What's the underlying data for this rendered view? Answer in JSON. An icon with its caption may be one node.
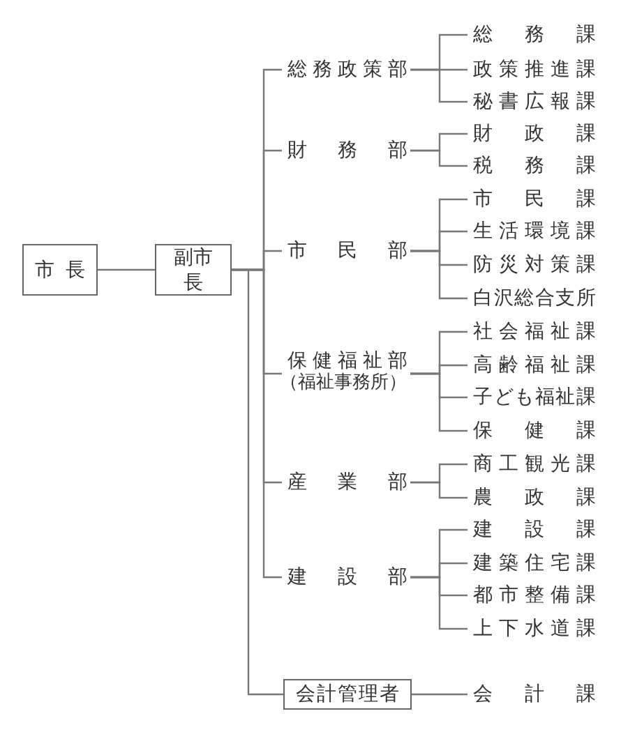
{
  "diagram": {
    "nodes": [
      {
        "text": [
          "市長"
        ]
      },
      {
        "text": [
          "副市長"
        ]
      },
      {
        "text": [
          "総務政策部"
        ]
      },
      {
        "text": [
          "総務課"
        ]
      },
      {
        "text": [
          "政策推進課"
        ]
      },
      {
        "text": [
          "秘書広報課"
        ]
      },
      {
        "text": [
          "財務部"
        ]
      },
      {
        "text": [
          "財政課"
        ]
      },
      {
        "text": [
          "税務課"
        ]
      },
      {
        "text": [
          "市民部"
        ]
      },
      {
        "text": [
          "市民課"
        ]
      },
      {
        "text": [
          "生活環境課"
        ]
      },
      {
        "text": [
          "防災対策課"
        ]
      },
      {
        "text": [
          "白沢総合支所"
        ]
      },
      {
        "text": [
          "保健福祉部",
          "（福祉事務所）"
        ]
      },
      {
        "text": [
          "社会福祉課"
        ]
      },
      {
        "text": [
          "高齢福祉課"
        ]
      },
      {
        "text": [
          "子ども福祉課"
        ]
      },
      {
        "text": [
          "保健課"
        ]
      },
      {
        "text": [
          "産業部"
        ]
      },
      {
        "text": [
          "商工観光課"
        ]
      },
      {
        "text": [
          "農政課"
        ]
      },
      {
        "text": [
          "建設部"
        ]
      },
      {
        "text": [
          "建設課"
        ]
      },
      {
        "text": [
          "建築住宅課"
        ]
      },
      {
        "text": [
          "都市整備課"
        ]
      },
      {
        "text": [
          "上下水道課"
        ]
      },
      {
        "text": [
          "会計管理者"
        ]
      },
      {
        "text": [
          "会計課"
        ]
      }
    ],
    "edges": [
      {
        "from": 0,
        "to": 1,
        "arrow": "none"
      },
      {
        "from": 1,
        "to": 2,
        "arrow": "none"
      },
      {
        "from": 1,
        "to": 6,
        "arrow": "none"
      },
      {
        "from": 1,
        "to": 9,
        "arrow": "none"
      },
      {
        "from": 1,
        "to": 14,
        "arrow": "none"
      },
      {
        "from": 1,
        "to": 19,
        "arrow": "none"
      },
      {
        "from": 1,
        "to": 22,
        "arrow": "none"
      },
      {
        "from": 1,
        "to": 27,
        "arrow": "none"
      },
      {
        "from": 2,
        "to": 3,
        "arrow": "none"
      },
      {
        "from": 2,
        "to": 4,
        "arrow": "none"
      },
      {
        "from": 2,
        "to": 5,
        "arrow": "none"
      },
      {
        "from": 6,
        "to": 7,
        "arrow": "none"
      },
      {
        "from": 6,
        "to": 8,
        "arrow": "none"
      },
      {
        "from": 9,
        "to": 10,
        "arrow": "none"
      },
      {
        "from": 9,
        "to": 11,
        "arrow": "none"
      },
      {
        "from": 9,
        "to": 12,
        "arrow": "none"
      },
      {
        "from": 9,
        "to": 13,
        "arrow": "none"
      },
      {
        "from": 14,
        "to": 15,
        "arrow": "none"
      },
      {
        "from": 14,
        "to": 16,
        "arrow": "none"
      },
      {
        "from": 14,
        "to": 17,
        "arrow": "none"
      },
      {
        "from": 14,
        "to": 18,
        "arrow": "none"
      },
      {
        "from": 19,
        "to": 20,
        "arrow": "none"
      },
      {
        "from": 19,
        "to": 21,
        "arrow": "none"
      },
      {
        "from": 22,
        "to": 23,
        "arrow": "none"
      },
      {
        "from": 22,
        "to": 24,
        "arrow": "none"
      },
      {
        "from": 22,
        "to": 25,
        "arrow": "none"
      },
      {
        "from": 22,
        "to": 26,
        "arrow": "none"
      },
      {
        "from": 27,
        "to": 28,
        "arrow": "none"
      }
    ]
  }
}
